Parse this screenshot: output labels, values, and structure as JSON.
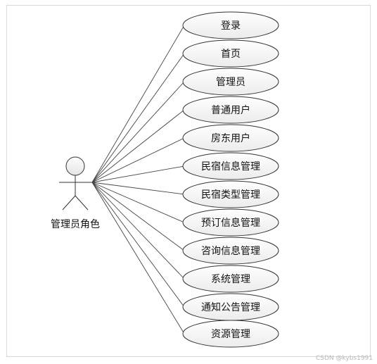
{
  "actor": {
    "label": "管理员角色"
  },
  "use_cases": [
    "登录",
    "首页",
    "管理员",
    "普通用户",
    "房东用户",
    "民宿信息管理",
    "民宿类型管理",
    "预订信息管理",
    "咨询信息管理",
    "系统管理",
    "通知公告管理",
    "资源管理"
  ],
  "watermark": "CSDN @kybs1991"
}
